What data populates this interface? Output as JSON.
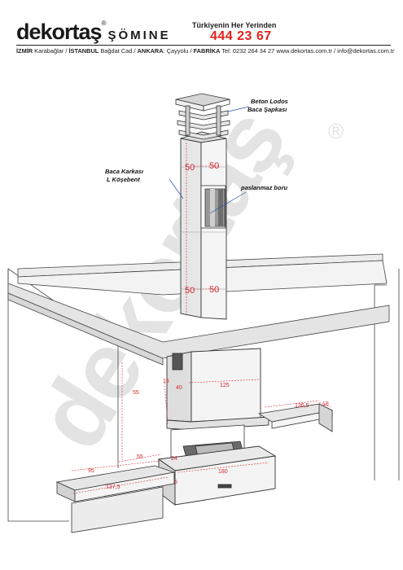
{
  "header": {
    "brand_name": "dekortaş",
    "brand_registered": "®",
    "brand_product": "ŞÖMINE",
    "slogan": "Türkiyenin Her Yerinden",
    "phone": "444 23 67",
    "addr_izmir": "İZMİR",
    "addr_izmir_loc": " Karabağlar / ",
    "addr_istanbul": "İSTANBUL",
    "addr_istanbul_loc": " Bağdat Cad./ ",
    "addr_ankara": "ANKARA",
    "addr_ankara_loc": ": Çayyolu / ",
    "addr_fabrika": "FABRİKA",
    "addr_contact": " Tel: 0232 264 34 27 www.dekortas.com.tr / info@dekortas.com.tr"
  },
  "labels": {
    "cap_line1": "Beton Lodos",
    "cap_line2": "Baca Şapkası",
    "frame_line1": "Baca Karkası",
    "frame_line2": "L Köşebent",
    "pipe": "paslanmaz boru"
  },
  "dimensions": {
    "chimney_top_left": "50",
    "chimney_top_right": "50",
    "chimney_bottom_left": "50",
    "chimney_bottom_right": "50",
    "hood_width": "125",
    "hood_small_a": "15",
    "hood_small_b": "40",
    "wall_height": "55",
    "left_bench": "95",
    "left_bench_lower": "137,5",
    "front_left": "55",
    "front_base": "180",
    "front_small_a": "24",
    "front_small_b": "5",
    "right_bench": "136,5",
    "right_small": "18"
  },
  "watermark": {
    "text": "dekortaş",
    "registered": "®"
  },
  "colors": {
    "accent_red": "#e2231a",
    "dimension_red": "#d0282e",
    "leader_blue": "#2a4fb0"
  }
}
